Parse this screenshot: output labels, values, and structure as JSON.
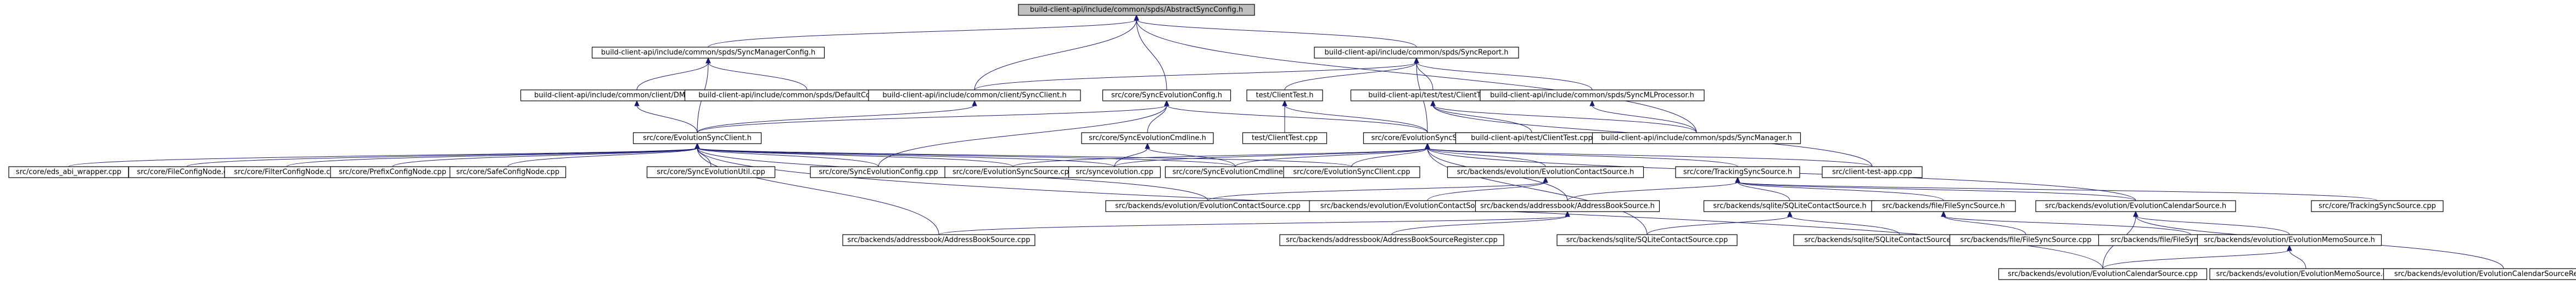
{
  "nodes": [
    {
      "id": "n1",
      "label": "build-client-api/include/common/spds/AbstractSyncConfig.h",
      "root": true
    },
    {
      "id": "n2",
      "label": "build-client-api/include/common/spds/SyncManagerConfig.h"
    },
    {
      "id": "n3",
      "label": "build-client-api/include/common/spds/SyncReport.h"
    },
    {
      "id": "n4",
      "label": "build-client-api/include/common/client/DMTClientConfig.h"
    },
    {
      "id": "n5",
      "label": "build-client-api/include/common/spds/DefaultConfigFactory.h"
    },
    {
      "id": "n6",
      "label": "build-client-api/include/common/client/SyncClient.h"
    },
    {
      "id": "n7",
      "label": "src/core/SyncEvolutionConfig.h"
    },
    {
      "id": "n8",
      "label": "test/ClientTest.h"
    },
    {
      "id": "n9",
      "label": "build-client-api/test/test/ClientTest.h"
    },
    {
      "id": "n10",
      "label": "build-client-api/include/common/spds/SyncMLProcessor.h"
    },
    {
      "id": "n11",
      "label": "src/core/EvolutionSyncClient.h"
    },
    {
      "id": "n12",
      "label": "src/core/SyncEvolutionCmdline.h"
    },
    {
      "id": "n13",
      "label": "test/ClientTest.cpp"
    },
    {
      "id": "n14",
      "label": "src/core/EvolutionSyncSource.h"
    },
    {
      "id": "n15",
      "label": "build-client-api/test/ClientTest.cpp"
    },
    {
      "id": "n16",
      "label": "build-client-api/include/common/spds/SyncManager.h"
    },
    {
      "id": "n17",
      "label": "src/core/eds_abi_wrapper.cpp"
    },
    {
      "id": "n18",
      "label": "src/core/FileConfigNode.cpp"
    },
    {
      "id": "n19",
      "label": "src/core/FilterConfigNode.cpp"
    },
    {
      "id": "n20",
      "label": "src/core/PrefixConfigNode.cpp"
    },
    {
      "id": "n21",
      "label": "src/core/SafeConfigNode.cpp"
    },
    {
      "id": "n22",
      "label": "src/core/SyncEvolutionUtil.cpp"
    },
    {
      "id": "n23",
      "label": "src/core/SyncEvolutionConfig.cpp"
    },
    {
      "id": "n24",
      "label": "src/core/EvolutionSyncSource.cpp"
    },
    {
      "id": "n25",
      "label": "src/syncevolution.cpp"
    },
    {
      "id": "n26",
      "label": "src/core/SyncEvolutionCmdline.cpp"
    },
    {
      "id": "n27",
      "label": "src/core/EvolutionSyncClient.cpp"
    },
    {
      "id": "n28",
      "label": "src/backends/evolution/EvolutionContactSource.h"
    },
    {
      "id": "n29",
      "label": "src/core/TrackingSyncSource.h"
    },
    {
      "id": "n30",
      "label": "src/client-test-app.cpp"
    },
    {
      "id": "n31",
      "label": "src/backends/evolution/EvolutionContactSource.cpp"
    },
    {
      "id": "n32",
      "label": "src/backends/evolution/EvolutionContactSourceRegister.cpp"
    },
    {
      "id": "n33",
      "label": "src/backends/addressbook/AddressBookSource.h"
    },
    {
      "id": "n34",
      "label": "src/backends/sqlite/SQLiteContactSource.h"
    },
    {
      "id": "n35",
      "label": "src/backends/file/FileSyncSource.h"
    },
    {
      "id": "n36",
      "label": "src/backends/evolution/EvolutionCalendarSource.h"
    },
    {
      "id": "n37",
      "label": "src/core/TrackingSyncSource.cpp"
    },
    {
      "id": "n38",
      "label": "src/backends/addressbook/AddressBookSource.cpp"
    },
    {
      "id": "n39",
      "label": "src/backends/addressbook/AddressBookSourceRegister.cpp"
    },
    {
      "id": "n40",
      "label": "src/backends/sqlite/SQLiteContactSource.cpp"
    },
    {
      "id": "n41",
      "label": "src/backends/sqlite/SQLiteContactSourceRegister.cpp"
    },
    {
      "id": "n42",
      "label": "src/backends/file/FileSyncSource.cpp"
    },
    {
      "id": "n43",
      "label": "src/backends/file/FileSyncSourceRegister.cpp"
    },
    {
      "id": "n44",
      "label": "src/backends/evolution/EvolutionMemoSource.h"
    },
    {
      "id": "n45",
      "label": "src/backends/evolution/EvolutionCalendarSource.cpp"
    },
    {
      "id": "n46",
      "label": "src/backends/evolution/EvolutionMemoSource.cpp"
    },
    {
      "id": "n47",
      "label": "src/backends/evolution/EvolutionCalendarSourceRegister.cpp"
    }
  ],
  "edges": [
    [
      "n1",
      "n2"
    ],
    [
      "n1",
      "n3"
    ],
    [
      "n1",
      "n6"
    ],
    [
      "n1",
      "n7"
    ],
    [
      "n1",
      "n16"
    ],
    [
      "n2",
      "n4"
    ],
    [
      "n2",
      "n5"
    ],
    [
      "n2",
      "n11"
    ],
    [
      "n3",
      "n6"
    ],
    [
      "n3",
      "n8"
    ],
    [
      "n3",
      "n9"
    ],
    [
      "n3",
      "n10"
    ],
    [
      "n3",
      "n14"
    ],
    [
      "n4",
      "n11"
    ],
    [
      "n6",
      "n11"
    ],
    [
      "n7",
      "n11"
    ],
    [
      "n7",
      "n12"
    ],
    [
      "n7",
      "n14"
    ],
    [
      "n7",
      "n23"
    ],
    [
      "n8",
      "n13"
    ],
    [
      "n8",
      "n14"
    ],
    [
      "n9",
      "n15"
    ],
    [
      "n9",
      "n16"
    ],
    [
      "n9",
      "n30"
    ],
    [
      "n10",
      "n16"
    ],
    [
      "n11",
      "n17"
    ],
    [
      "n11",
      "n18"
    ],
    [
      "n11",
      "n19"
    ],
    [
      "n11",
      "n20"
    ],
    [
      "n11",
      "n21"
    ],
    [
      "n11",
      "n22"
    ],
    [
      "n11",
      "n23"
    ],
    [
      "n11",
      "n24"
    ],
    [
      "n11",
      "n25"
    ],
    [
      "n11",
      "n26"
    ],
    [
      "n11",
      "n27"
    ],
    [
      "n11",
      "n31"
    ],
    [
      "n11",
      "n38"
    ],
    [
      "n11",
      "n45"
    ],
    [
      "n12",
      "n25"
    ],
    [
      "n12",
      "n26"
    ],
    [
      "n14",
      "n24"
    ],
    [
      "n14",
      "n25"
    ],
    [
      "n14",
      "n26"
    ],
    [
      "n14",
      "n27"
    ],
    [
      "n14",
      "n28"
    ],
    [
      "n14",
      "n29"
    ],
    [
      "n14",
      "n30"
    ],
    [
      "n14",
      "n33"
    ],
    [
      "n14",
      "n36"
    ],
    [
      "n14",
      "n40"
    ],
    [
      "n28",
      "n31"
    ],
    [
      "n28",
      "n32"
    ],
    [
      "n29",
      "n33"
    ],
    [
      "n29",
      "n34"
    ],
    [
      "n29",
      "n35"
    ],
    [
      "n29",
      "n36"
    ],
    [
      "n29",
      "n37"
    ],
    [
      "n33",
      "n38"
    ],
    [
      "n33",
      "n39"
    ],
    [
      "n34",
      "n40"
    ],
    [
      "n34",
      "n41"
    ],
    [
      "n35",
      "n42"
    ],
    [
      "n35",
      "n43"
    ],
    [
      "n36",
      "n44"
    ],
    [
      "n36",
      "n45"
    ],
    [
      "n36",
      "n47"
    ],
    [
      "n44",
      "n45"
    ],
    [
      "n44",
      "n46"
    ]
  ]
}
